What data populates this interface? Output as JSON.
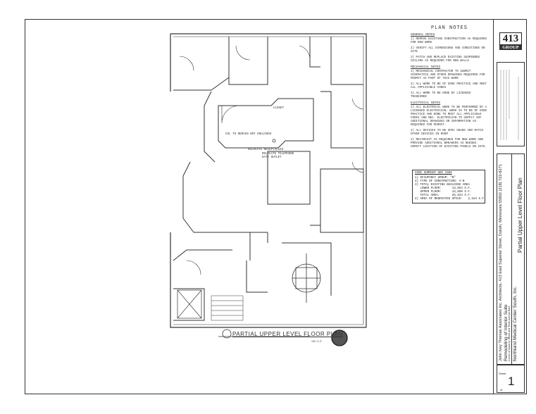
{
  "plan_notes": {
    "title": "PLAN NOTES",
    "general": {
      "heading": "GENERAL NOTES",
      "items": [
        "1) REMOVE EXISTING CONSTRUCTION AS REQUIRED FOR NEW WORK",
        "2) VERIFY ALL DIMENSIONS AND CONDITIONS ON SITE",
        "3) PATCH AND REPLACE EXISTING SUSPENDED CEILING AS REQUIRED FOR NEW WALLS"
      ]
    },
    "mechanical": {
      "heading": "MECHANICAL NOTES",
      "items": [
        "1) MECHANICAL CONTRACTOR TO SUBMIT SCHEMATICS AND OTHER DRAWINGS REQUIRED FOR PERMIT AS PART OF THIS WORK",
        "2) ALL WORK TO BE OF GOOD PRACTICE AND MEET ALL APPLICABLE CODES",
        "3) ALL WORK TO BE DONE BY LICENSED TRADESMEN"
      ]
    },
    "electrical": {
      "heading": "ELECTRICAL NOTES",
      "items": [
        "1) ALL ELECTRICAL WORK TO BE PERFORMED BY A LICENSED ELECTRICIAN. WORK IS TO BE OF GOOD PRACTICE AND DONE TO MEET ALL APPLICABLE CODES AND NEC. ELECTRICIAN TO SUPPLY ANY ADDITIONAL DRAWINGS OR INFORMATION AS REQUIRED FOR PERMIT.",
        "2) ALL DEVICES TO BE SPEC GRADE AND MATCH OTHER DEVICES IN ROOM",
        "3) RECIRCUIT AS REQUIRED FOR NEW WORK AND PROVIDE ADDITIONAL BREAKERS AS NEEDED. VERIFY LOCATION OF EXISTING PANELS ON SITE."
      ]
    }
  },
  "code_summary": {
    "heading": "CODE SUMMARY UBC 1985",
    "lines": [
      "1) OCCUPANCY GROUP: \"B\"",
      "2) TYPE OF CONSTRUCTION: V-N",
      "3) TOTAL EXISTING BUILDING AREA",
      "   LOWER FLOOR:      13,064 S.F.",
      "   UPPER FLOOR:      13,860 S.F.",
      "   TOTAL AREA:       26,924 S.F.",
      "4) AREA OF RENOVATED SPACE:   2,164 S.F."
    ]
  },
  "plan_labels": {
    "closet": "CLOSET",
    "column": "COL TO REMAIN NOT ENCLOSED",
    "receptacles": "RELOCATE RECEPTACLES",
    "telephone": "RELOCATE TELEPHONE",
    "data": "DATA OUTLET"
  },
  "drawing_title": "PARTIAL UPPER LEVEL FLOOR PLAN",
  "drawing_scale": "1/8\"=1'-0\"",
  "logo": {
    "number": "413",
    "word": "GROUP"
  },
  "title_block": {
    "firm": "John Ivey Thomas Associates Inc. Architects, 413 East Superior Street, Duluth, Minnesota 55802   (218) 722-8271",
    "project": "Remodeling of Interior Suite",
    "client": "Northland Medical Center South, Inc.",
    "location": "Corner of Superior Street and Tenth Avenue East",
    "sheet_title": "Partial Upper Level Floor Plan",
    "sheet_label": "Sheet",
    "sheet_number": "1",
    "of_label": "of"
  }
}
